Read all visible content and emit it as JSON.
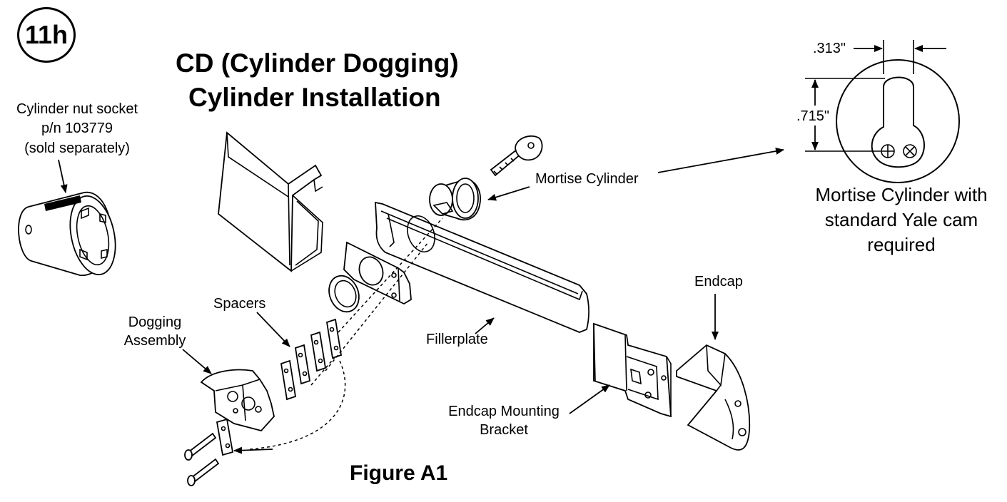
{
  "page_badge": "11h",
  "title": {
    "line1": "CD (Cylinder Dogging)",
    "line2": "Cylinder Installation"
  },
  "figure_caption": "Figure A1",
  "labels": {
    "socket": [
      "Cylinder nut socket",
      "p/n 103779",
      "(sold separately)"
    ],
    "mortise_cylinder": "Mortise Cylinder",
    "spacers": "Spacers",
    "dogging_assembly": [
      "Dogging",
      "Assembly"
    ],
    "fillerplate": "Fillerplate",
    "endcap": "Endcap",
    "endcap_bracket": [
      "Endcap Mounting",
      "Bracket"
    ]
  },
  "detail": {
    "dim_width": ".313\"",
    "dim_height": ".715\"",
    "caption": [
      "Mortise Cylinder with",
      "standard Yale cam",
      "required"
    ]
  }
}
